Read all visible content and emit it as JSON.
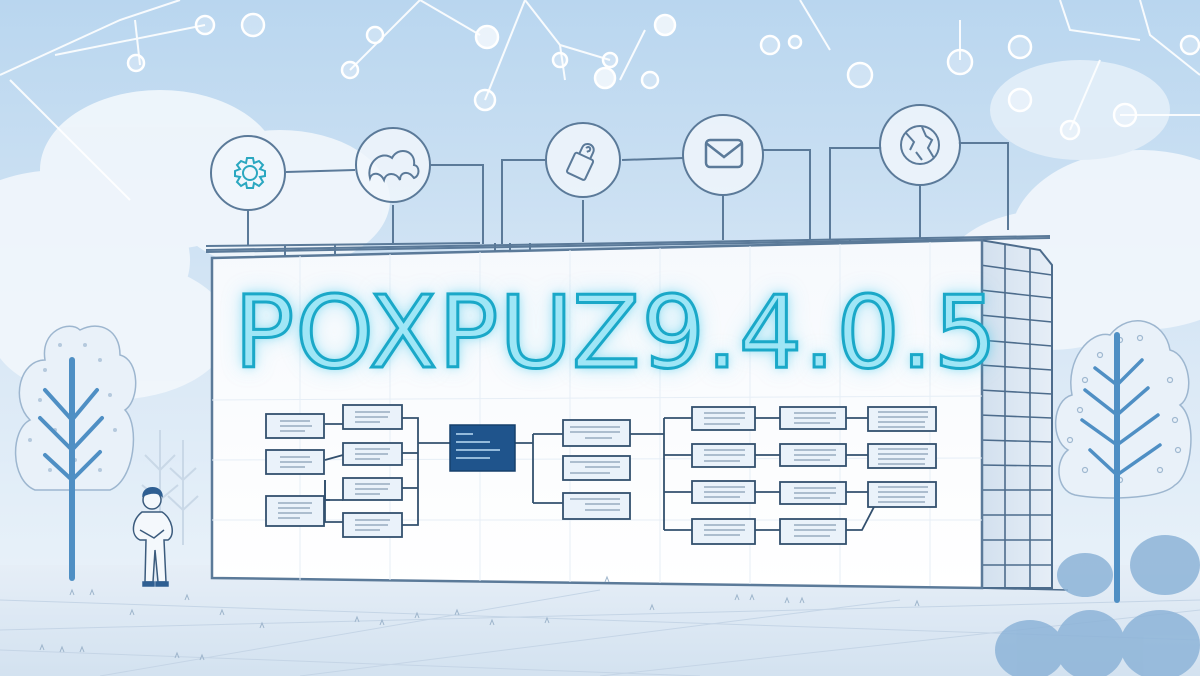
{
  "scene": {
    "description": "Isometric-style illustration of a building facade displaying a version label and a hierarchy diagram, with network service icons on the roof",
    "title_text": "POXPUZ9.4.0.5",
    "colors": {
      "sky_top": "#b9d6ef",
      "sky_bottom": "#eaf3fb",
      "line": "#5b7a99",
      "accent_cyan": "#1aa8c8",
      "title_fill": "#9fe6f6",
      "tree_trunk": "#4f8fc4",
      "diagram_root": "#1f548c",
      "ground": "#dde8f3"
    },
    "roof_icons": [
      {
        "name": "gear-icon",
        "label": "Settings"
      },
      {
        "name": "cloud-icon",
        "label": "Cloud"
      },
      {
        "name": "lock-icon",
        "label": "Security"
      },
      {
        "name": "mail-icon",
        "label": "Mail"
      },
      {
        "name": "globe-icon",
        "label": "Network"
      }
    ],
    "diagram": {
      "left_column": 3,
      "second_column": 4,
      "root": 1,
      "third_column": 3,
      "fourth_column": 4,
      "fifth_column": 4,
      "sixth_column": 3
    },
    "figures": [
      "person-standing",
      "tree-left",
      "tree-right",
      "office-tower"
    ]
  }
}
